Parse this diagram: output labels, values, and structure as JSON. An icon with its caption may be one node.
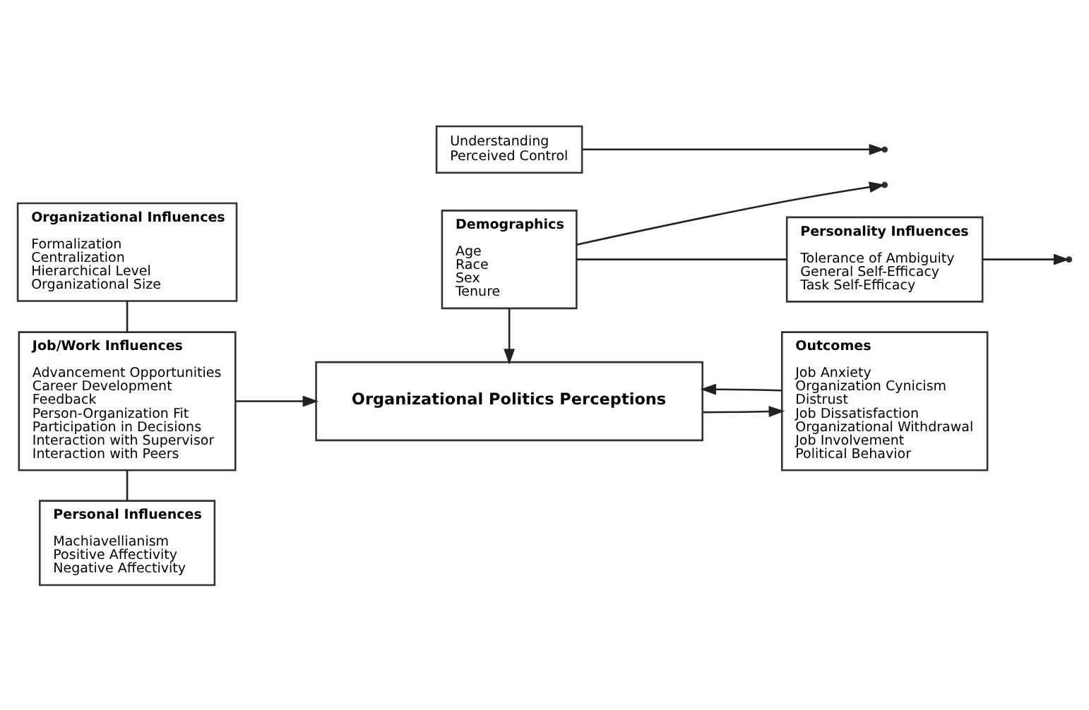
{
  "diagram": {
    "nodes": [
      {
        "text": [
          "Organizational Influences",
          "Formalization",
          "Centralization",
          "Hierarchical Level",
          "Organizational Size"
        ]
      },
      {
        "text": [
          "Demographics",
          "Age",
          "Race",
          "Sex",
          "Tenure"
        ]
      },
      {
        "text": [
          "Personality Influences",
          "Tolerance of Ambiguity",
          "General Self-Efficacy",
          "Task Self-Efficacy"
        ]
      },
      {
        "text": [
          "Job/Work Influences",
          "Advancement Opportunities",
          "Career Development",
          "Feedback",
          "Person-Organization Fit",
          "Participation in Decisions",
          "Interaction with Supervisor",
          "Interaction with Peers"
        ]
      },
      {
        "text": [
          "Organizational Politics Perceptions"
        ]
      },
      {
        "text": [
          "Outcomes",
          "Job Anxiety",
          "Organization Cynicism",
          "Distrust",
          "Job Dissatisfaction",
          "Organizational Withdrawal",
          "Job Involvement",
          "Political Behavior"
        ]
      },
      {
        "text": [
          "Personal Influences",
          "Machiavellianism",
          "Positive Affectivity",
          "Negative Affectivity"
        ]
      },
      {
        "text": [
          "Understanding",
          "Perceived Control"
        ]
      }
    ],
    "edges": [
      {
        "from": 0,
        "to": 3,
        "arrow": "none"
      },
      {
        "from": 3,
        "to": 6,
        "arrow": "none"
      },
      {
        "from": 3,
        "to": 4,
        "arrow": "to"
      },
      {
        "from": 1,
        "to": 4,
        "arrow": "to"
      },
      {
        "from": 1,
        "to": 2,
        "arrow": "none"
      },
      {
        "from": 1,
        "to": null,
        "arrow": "to"
      },
      {
        "from": 2,
        "to": null,
        "arrow": "to"
      },
      {
        "from": 4,
        "to": 5,
        "arrow": "to"
      },
      {
        "from": 7,
        "to": null,
        "arrow": "to"
      },
      {
        "from": 5,
        "to": 4,
        "arrow": "to"
      }
    ]
  }
}
